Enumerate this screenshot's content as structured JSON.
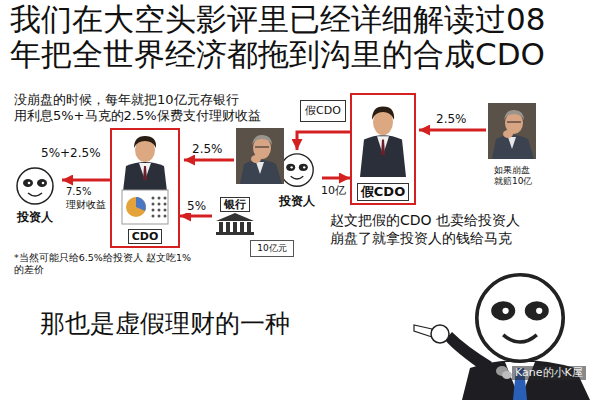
{
  "diagram": {
    "title": "我们在大空头影评里已经详细解读过08 年把全世界经济都拖到沟里的合成CDO",
    "nodes": [
      {
        "text": [
          "投资人"
        ]
      },
      {
        "text": [
          "CDO"
        ]
      },
      {
        "text": [
          "银行"
        ]
      },
      {
        "text": [
          "10亿元"
        ]
      },
      {
        "text": [
          "假CDO"
        ]
      },
      {
        "text": [
          "假CDO"
        ]
      },
      {
        "text": [
          "投资人"
        ]
      }
    ],
    "edges": [
      {
        "from": 2,
        "to": 1,
        "label": "5%",
        "arrow": "to"
      },
      {
        "from": 1,
        "to": 0,
        "label": "5%+2.5%",
        "arrow": "to"
      },
      {
        "from": 5,
        "to": 6,
        "arrow": "to"
      },
      {
        "from": 6,
        "to": 5,
        "label": "10亿",
        "arrow": "to"
      }
    ],
    "labels": [
      "没崩盘的时候，每年就把10亿元存银行 用利息5%+马克的2.5%保费支付理财收益",
      "2.5%",
      "7.5% 理财收益",
      "*当然可能只给6.5%给投资人 赵文吃1%的差价",
      "2.5%",
      "如果崩盘 就赔10亿",
      "赵文把假的CDO 也卖给投资人 崩盘了就拿投资人的钱给马克",
      "那也是虚假理财的一种",
      "Kane的小K屋"
    ]
  }
}
